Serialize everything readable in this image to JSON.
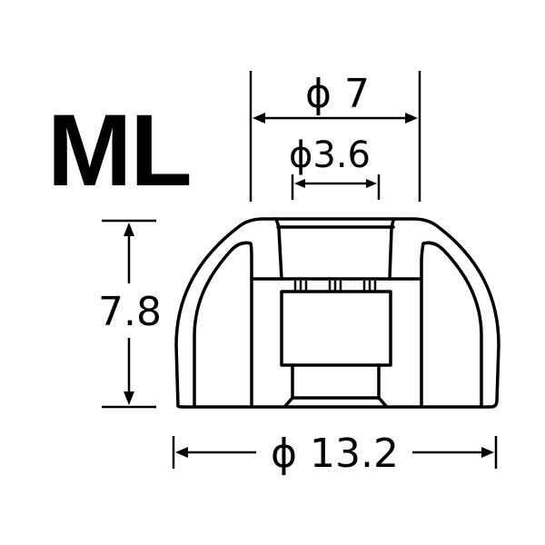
{
  "diagram": {
    "size_label": "ML",
    "dimensions": {
      "outer_top_diameter": "ϕ 7",
      "inner_bore_diameter": "ϕ3.6",
      "height": "7.8",
      "base_diameter": "ϕ 13.2"
    },
    "colors": {
      "line": "#000000",
      "background": "#ffffff"
    },
    "subject": "eartip-cross-section"
  }
}
